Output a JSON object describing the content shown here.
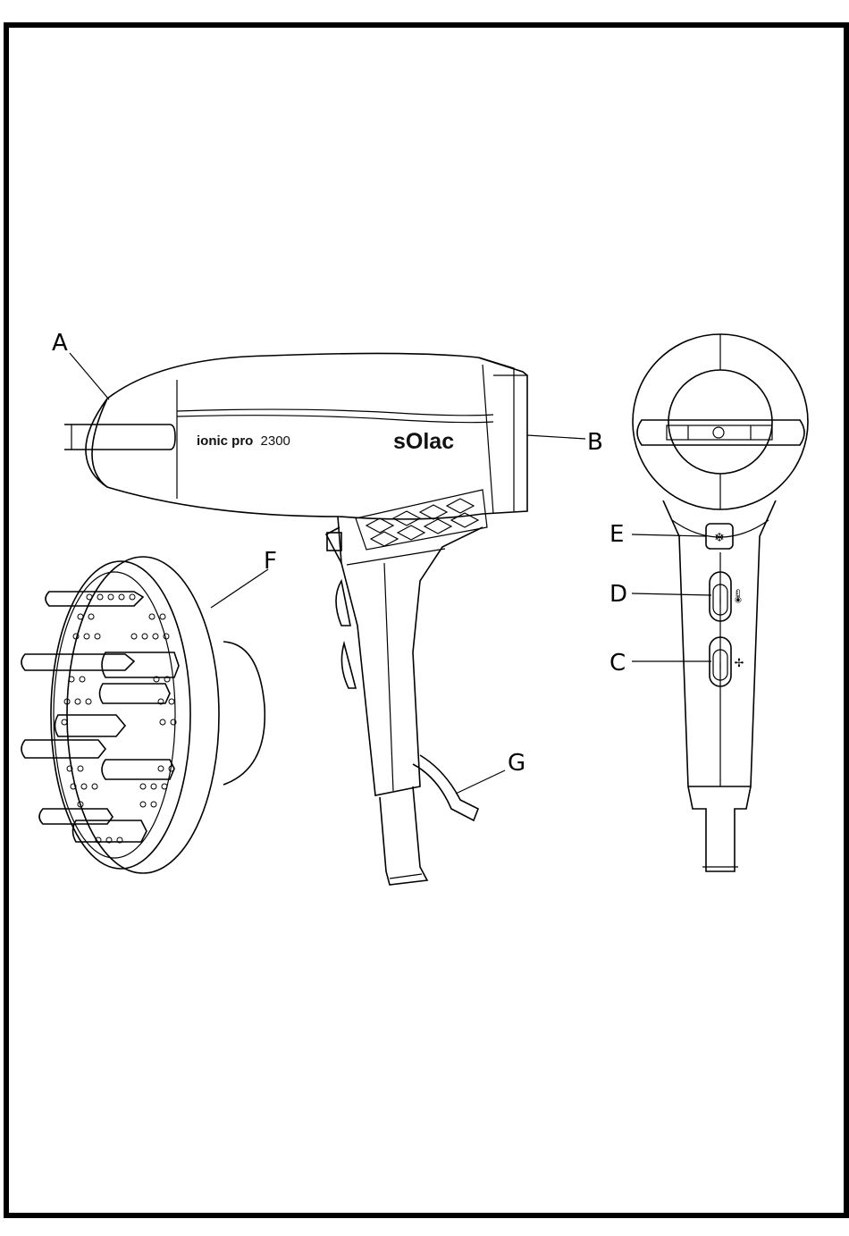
{
  "labels": {
    "a": "A",
    "b": "B",
    "c": "C",
    "d": "D",
    "e": "E",
    "f": "F",
    "g": "G"
  },
  "product": {
    "model_bold": "ionic pro",
    "model_number": "2300",
    "brand": "sOlac"
  },
  "icons": {
    "cool_shot": "snowflake-icon",
    "temperature": "thermometer-icon",
    "speed": "fan-icon"
  }
}
